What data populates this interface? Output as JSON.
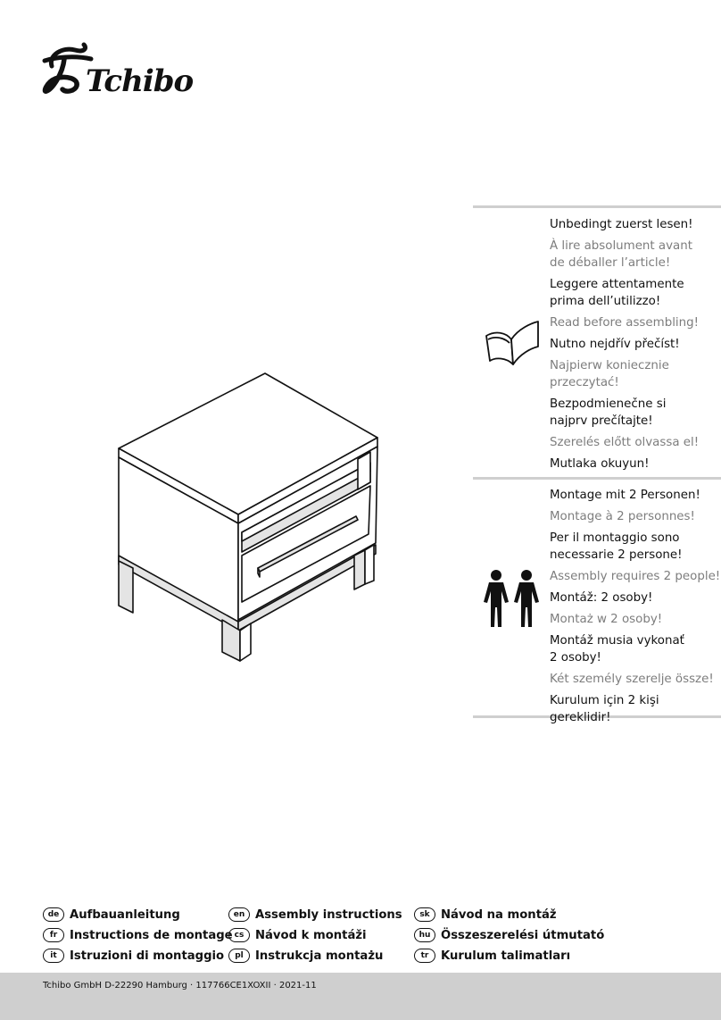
{
  "brand": "Tchibo",
  "read_first": [
    {
      "text": "Unbedingt zuerst lesen!",
      "tone": "dark"
    },
    {
      "text": "À lire absolument avant\nde déballer l’article!",
      "tone": "grey"
    },
    {
      "text": "Leggere attentamente\nprima dell’utilizzo!",
      "tone": "dark"
    },
    {
      "text": "Read before assembling!",
      "tone": "grey"
    },
    {
      "text": "Nutno nejdřív přečíst!",
      "tone": "dark"
    },
    {
      "text": "Najpierw koniecznie\nprzeczytać!",
      "tone": "grey"
    },
    {
      "text": "Bezpodmienečne si\nnajprv prečítajte!",
      "tone": "dark"
    },
    {
      "text": "Szerelés előtt olvassa el!",
      "tone": "grey"
    },
    {
      "text": "Mutlaka okuyun!",
      "tone": "dark"
    }
  ],
  "two_persons": [
    {
      "text": "Montage mit 2 Personen!",
      "tone": "dark"
    },
    {
      "text": "Montage à 2 personnes!",
      "tone": "grey"
    },
    {
      "text": "Per il montaggio sono\nnecessarie 2 persone!",
      "tone": "dark"
    },
    {
      "text": "Assembly requires 2 people!",
      "tone": "grey"
    },
    {
      "text": "Montáž: 2 osoby!",
      "tone": "dark"
    },
    {
      "text": "Montaż w 2 osoby!",
      "tone": "grey"
    },
    {
      "text": "Montáž musia vykonať\n2 osoby!",
      "tone": "dark"
    },
    {
      "text": "Két személy szerelje össze!",
      "tone": "grey"
    },
    {
      "text": "Kurulum için 2 kişi gereklidir!",
      "tone": "dark"
    }
  ],
  "languages": [
    {
      "code": "de",
      "label": "Aufbauanleitung"
    },
    {
      "code": "fr",
      "label": "Instructions de montage"
    },
    {
      "code": "it",
      "label": "Istruzioni di montaggio"
    },
    {
      "code": "en",
      "label": "Assembly instructions"
    },
    {
      "code": "cs",
      "label": "Návod k montáži"
    },
    {
      "code": "pl",
      "label": "Instrukcja montażu"
    },
    {
      "code": "sk",
      "label": "Návod na montáž"
    },
    {
      "code": "hu",
      "label": "Összeszerelési útmutató"
    },
    {
      "code": "tr",
      "label": "Kurulum talimatları"
    }
  ],
  "footer": {
    "text": "Tchibo GmbH D-22290 Hamburg · 117766CE1XOXII · 2021-11"
  }
}
